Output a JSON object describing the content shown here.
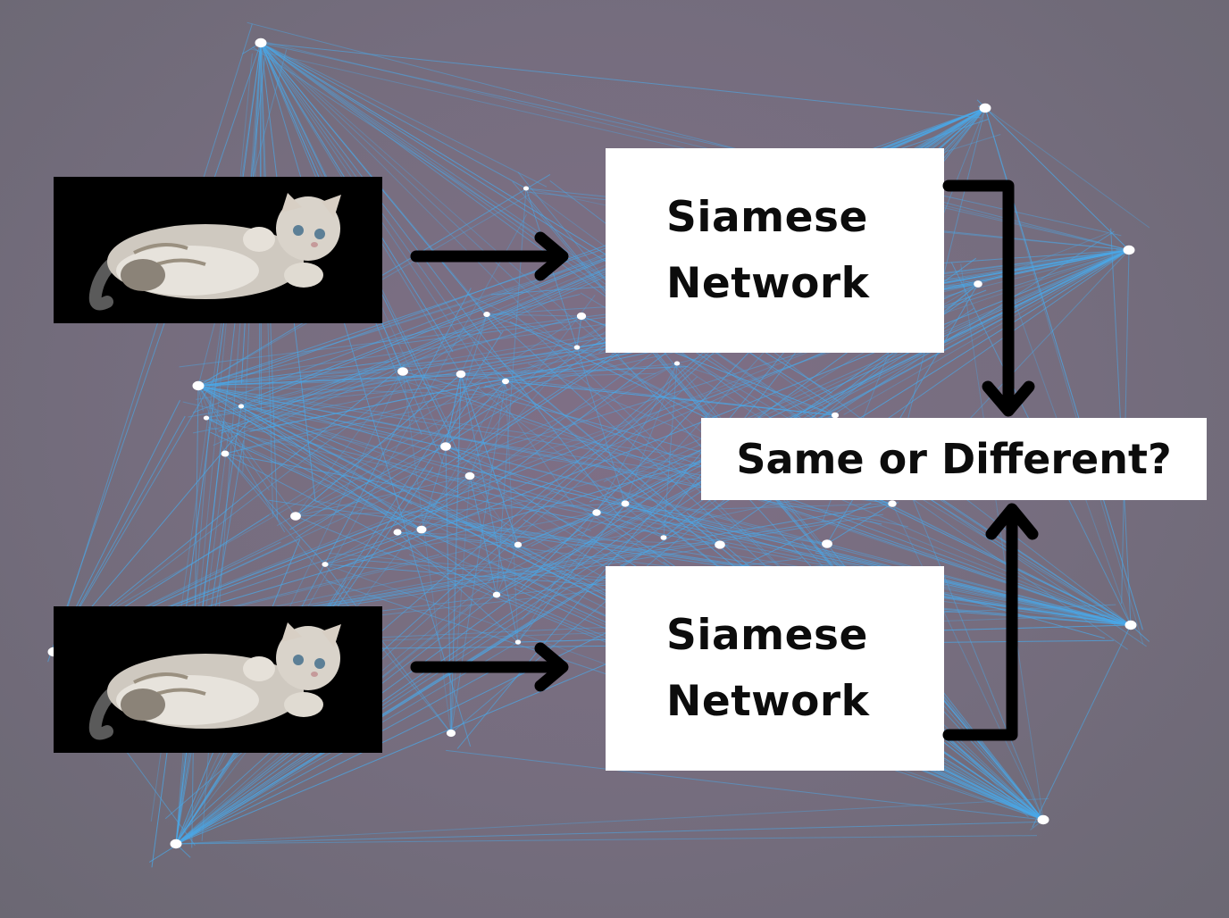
{
  "diagram": {
    "inputs": [
      {
        "image": "cat-photo"
      },
      {
        "image": "cat-photo"
      }
    ],
    "networks": [
      {
        "line1": "Siamese",
        "line2": "Network"
      },
      {
        "line1": "Siamese",
        "line2": "Network"
      }
    ],
    "output": {
      "label": "Same or Different?"
    },
    "colors": {
      "background": "#776e80",
      "network_lines": "#4aa8e8",
      "nodes": "#ffffff",
      "arrows": "#000000",
      "boxes": "#ffffff"
    }
  }
}
